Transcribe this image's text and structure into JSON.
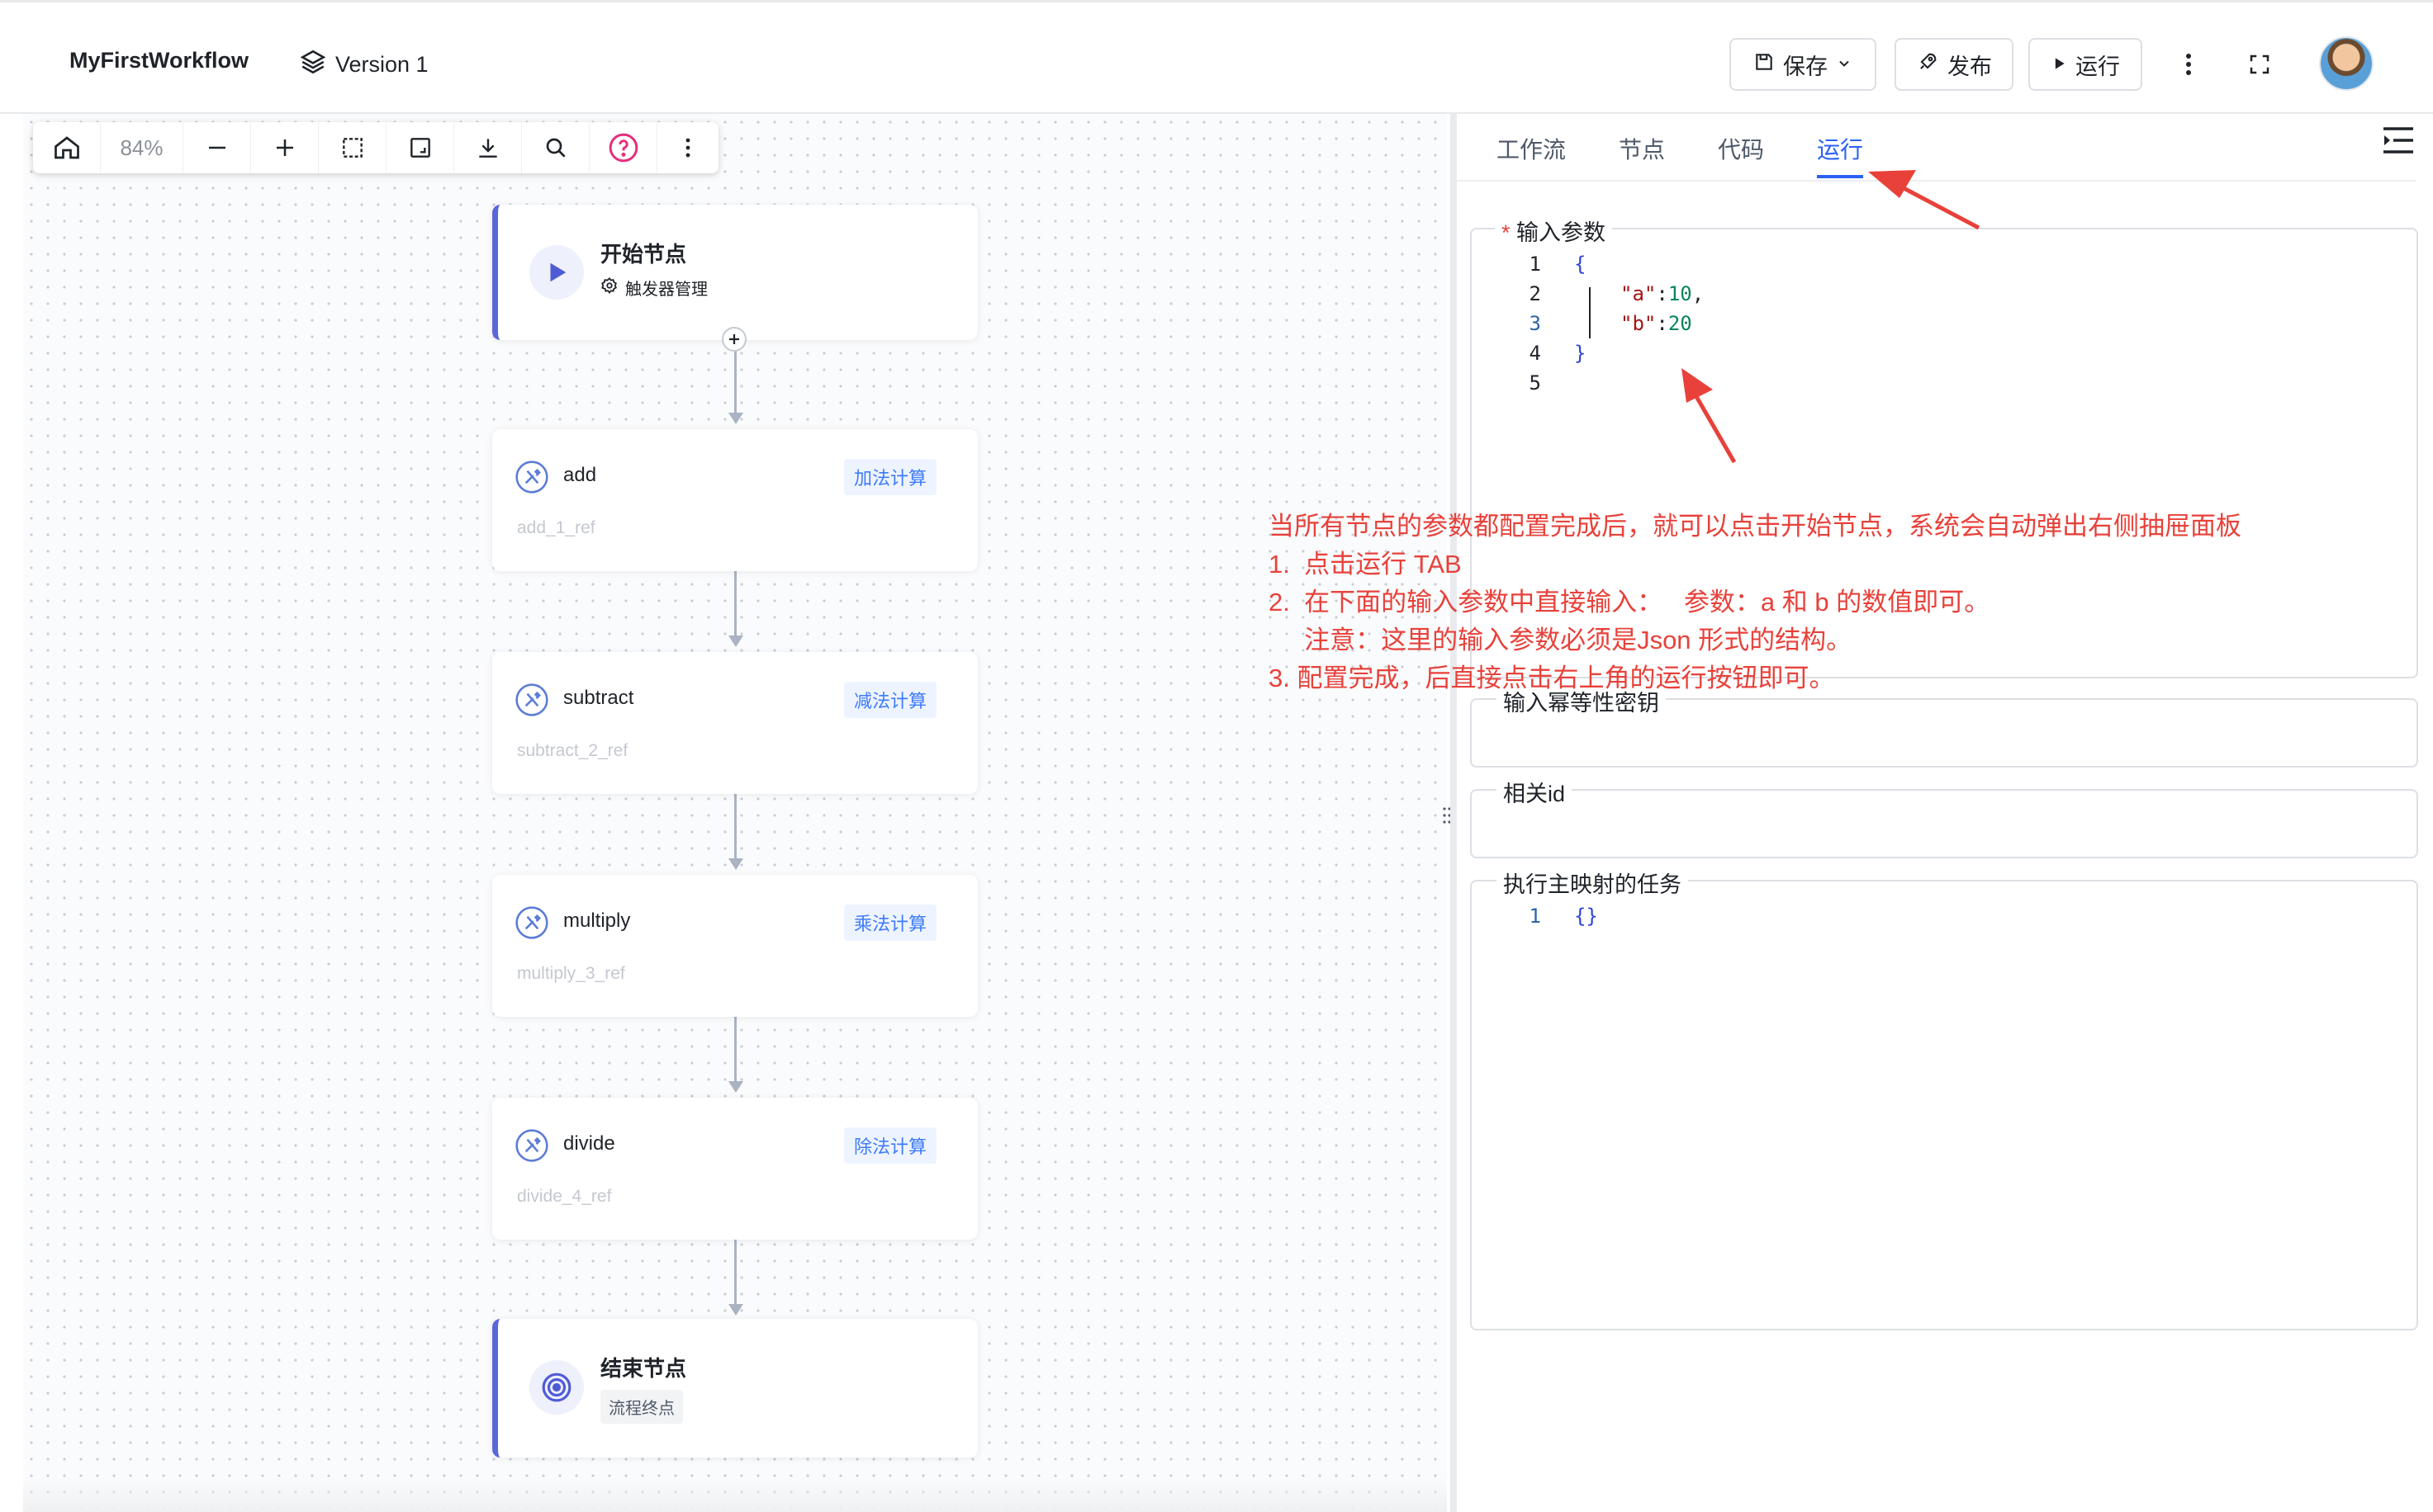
{
  "header": {
    "app_title": "MyFirstWorkflow",
    "version_label": "Version 1",
    "save_label": "保存",
    "publish_label": "发布",
    "run_label": "运行"
  },
  "toolbar": {
    "zoom": "84%"
  },
  "nodes": {
    "start": {
      "title": "开始节点",
      "subtitle": "触发器管理"
    },
    "add": {
      "title": "add",
      "tag": "加法计算",
      "ref": "add_1_ref"
    },
    "subtract": {
      "title": "subtract",
      "tag": "减法计算",
      "ref": "subtract_2_ref"
    },
    "multiply": {
      "title": "multiply",
      "tag": "乘法计算",
      "ref": "multiply_3_ref"
    },
    "divide": {
      "title": "divide",
      "tag": "除法计算",
      "ref": "divide_4_ref"
    },
    "end": {
      "title": "结束节点",
      "subtitle": "流程终点"
    }
  },
  "panel": {
    "tabs": [
      "工作流",
      "节点",
      "代码",
      "运行"
    ],
    "active_tab": "运行",
    "input_params": {
      "label": "输入参数",
      "required_mark": "*",
      "lines": [
        {
          "n": "1",
          "text": "{"
        },
        {
          "n": "2",
          "key": "\"a\"",
          "sep": ":",
          "val": "10",
          "end": ","
        },
        {
          "n": "3",
          "key": "\"b\"",
          "sep": ":",
          "val": "20",
          "end": ""
        },
        {
          "n": "4",
          "text": "}"
        },
        {
          "n": "5",
          "text": ""
        }
      ]
    },
    "idempotency_key": {
      "label": "输入幂等性密钥"
    },
    "related_id": {
      "label": "相关id"
    },
    "mapped_tasks": {
      "label": "执行主映射的任务",
      "lines": [
        {
          "n": "1",
          "text": "{}"
        }
      ]
    }
  },
  "annotation": {
    "line1": "当所有节点的参数都配置完成后，就可以点击开始节点，系统会自动弹出右侧抽屉面板",
    "line2": "1.  点击运行 TAB",
    "line3": "2.  在下面的输入参数中直接输入：   参数：a 和 b 的数值即可。",
    "line4": "     注意：这里的输入参数必须是Json 形式的结构。",
    "line5": "3. 配置完成，后直接点击右上角的运行按钮即可。"
  },
  "colors": {
    "accent": "#2b62f6",
    "annotation": "#e8413a",
    "node_accent": "#5b67d8"
  }
}
